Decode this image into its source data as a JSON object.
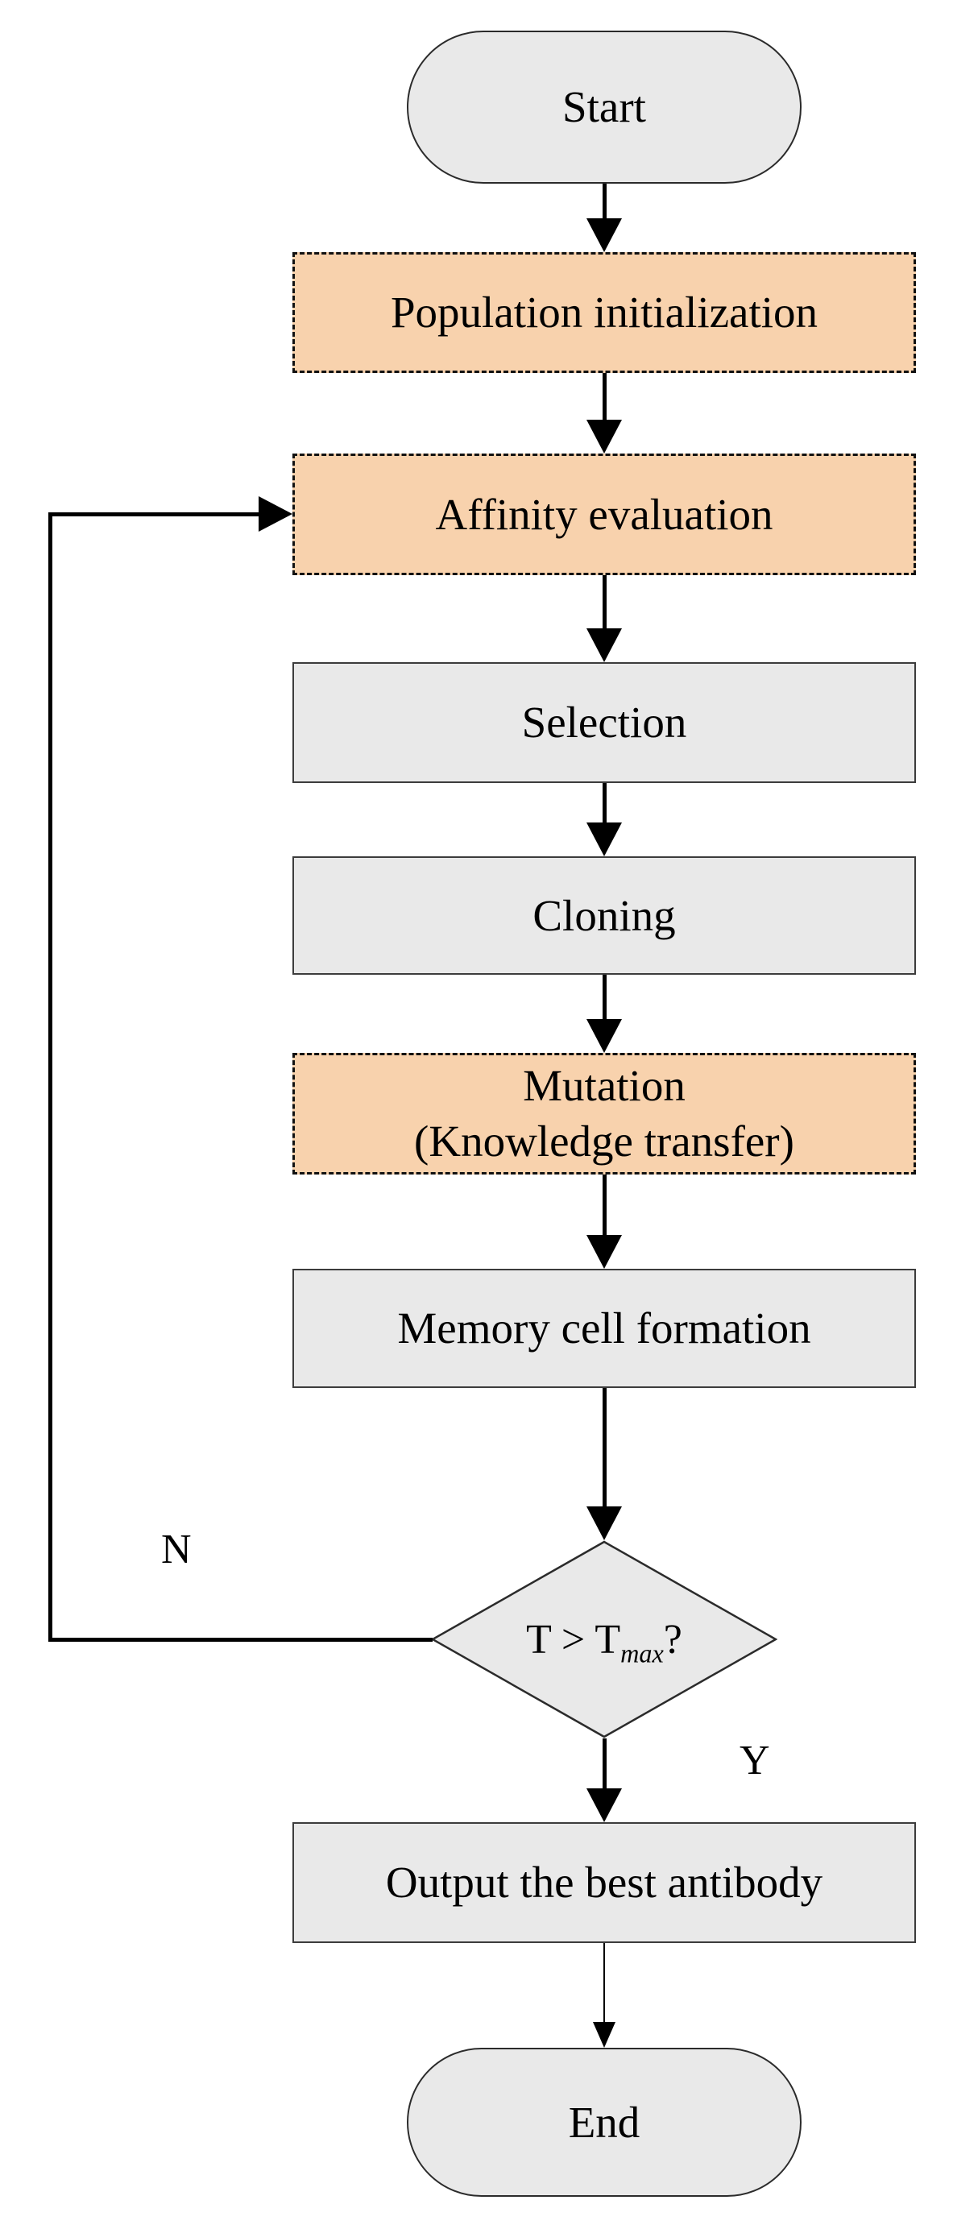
{
  "diagram": {
    "type": "flowchart",
    "nodes": {
      "start": {
        "label": "Start",
        "shape": "stadium"
      },
      "population": {
        "label": "Population initialization",
        "shape": "process",
        "style": "highlighted-dashed"
      },
      "affinity": {
        "label": "Affinity evaluation",
        "shape": "process",
        "style": "highlighted-dashed"
      },
      "selection": {
        "label": "Selection",
        "shape": "process",
        "style": "plain"
      },
      "cloning": {
        "label": "Cloning",
        "shape": "process",
        "style": "plain"
      },
      "mutation": {
        "line1": "Mutation",
        "line2": "(Knowledge transfer)",
        "shape": "process",
        "style": "highlighted-dashed"
      },
      "memory": {
        "label": "Memory cell formation",
        "shape": "process",
        "style": "plain"
      },
      "decision": {
        "prefix": "T > T",
        "subscript": "max",
        "suffix": "?",
        "shape": "diamond"
      },
      "output": {
        "label": "Output the best antibody",
        "shape": "process",
        "style": "plain"
      },
      "end": {
        "label": "End",
        "shape": "stadium"
      }
    },
    "edges": [
      {
        "from": "start",
        "to": "population"
      },
      {
        "from": "population",
        "to": "affinity"
      },
      {
        "from": "affinity",
        "to": "selection"
      },
      {
        "from": "selection",
        "to": "cloning"
      },
      {
        "from": "cloning",
        "to": "mutation"
      },
      {
        "from": "mutation",
        "to": "memory"
      },
      {
        "from": "memory",
        "to": "decision"
      },
      {
        "from": "decision",
        "to": "output",
        "label": "Y"
      },
      {
        "from": "decision",
        "to": "affinity",
        "label": "N"
      },
      {
        "from": "output",
        "to": "end"
      }
    ],
    "branches": {
      "no_label": "N",
      "yes_label": "Y"
    },
    "colors": {
      "highlight-fill": "#f8d2ad",
      "process-fill": "#e9e9e9",
      "line": "#000000"
    }
  }
}
